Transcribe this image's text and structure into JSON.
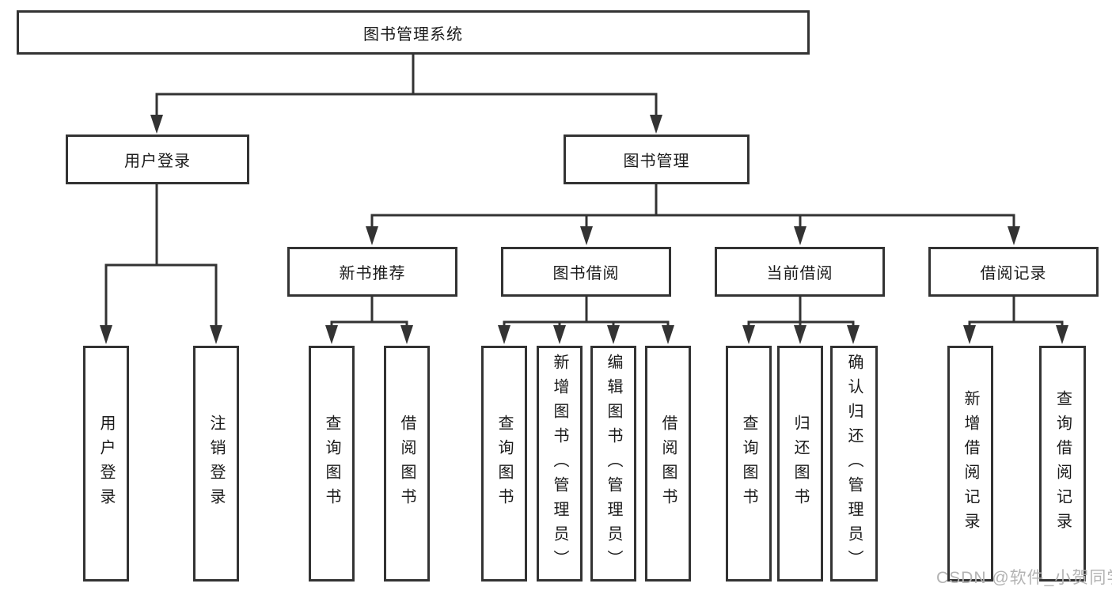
{
  "diagram_type": "hierarchy-tree",
  "root": {
    "label": "图书管理系统",
    "children": [
      {
        "label": "用户登录",
        "children": [
          {
            "label": "用户登录"
          },
          {
            "label": "注销登录"
          }
        ]
      },
      {
        "label": "图书管理",
        "children": [
          {
            "label": "新书推荐",
            "children": [
              {
                "label": "查询图书"
              },
              {
                "label": "借阅图书"
              }
            ]
          },
          {
            "label": "图书借阅",
            "children": [
              {
                "label": "查询图书"
              },
              {
                "label": "新增图书（管理员）"
              },
              {
                "label": "编辑图书（管理员）"
              },
              {
                "label": "借阅图书"
              }
            ]
          },
          {
            "label": "当前借阅",
            "children": [
              {
                "label": "查询图书"
              },
              {
                "label": "归还图书"
              },
              {
                "label": "确认归还（管理员）"
              }
            ]
          },
          {
            "label": "借阅记录",
            "children": [
              {
                "label": "新增借阅记录"
              },
              {
                "label": "查询借阅记录"
              }
            ]
          }
        ]
      }
    ]
  },
  "watermark": "CSDN @软件_小贺同学",
  "colors": {
    "line": "#333333",
    "node_border": "#333333",
    "text": "#1a1a1a",
    "watermark": "#b3b3b3",
    "background": "#ffffff"
  }
}
